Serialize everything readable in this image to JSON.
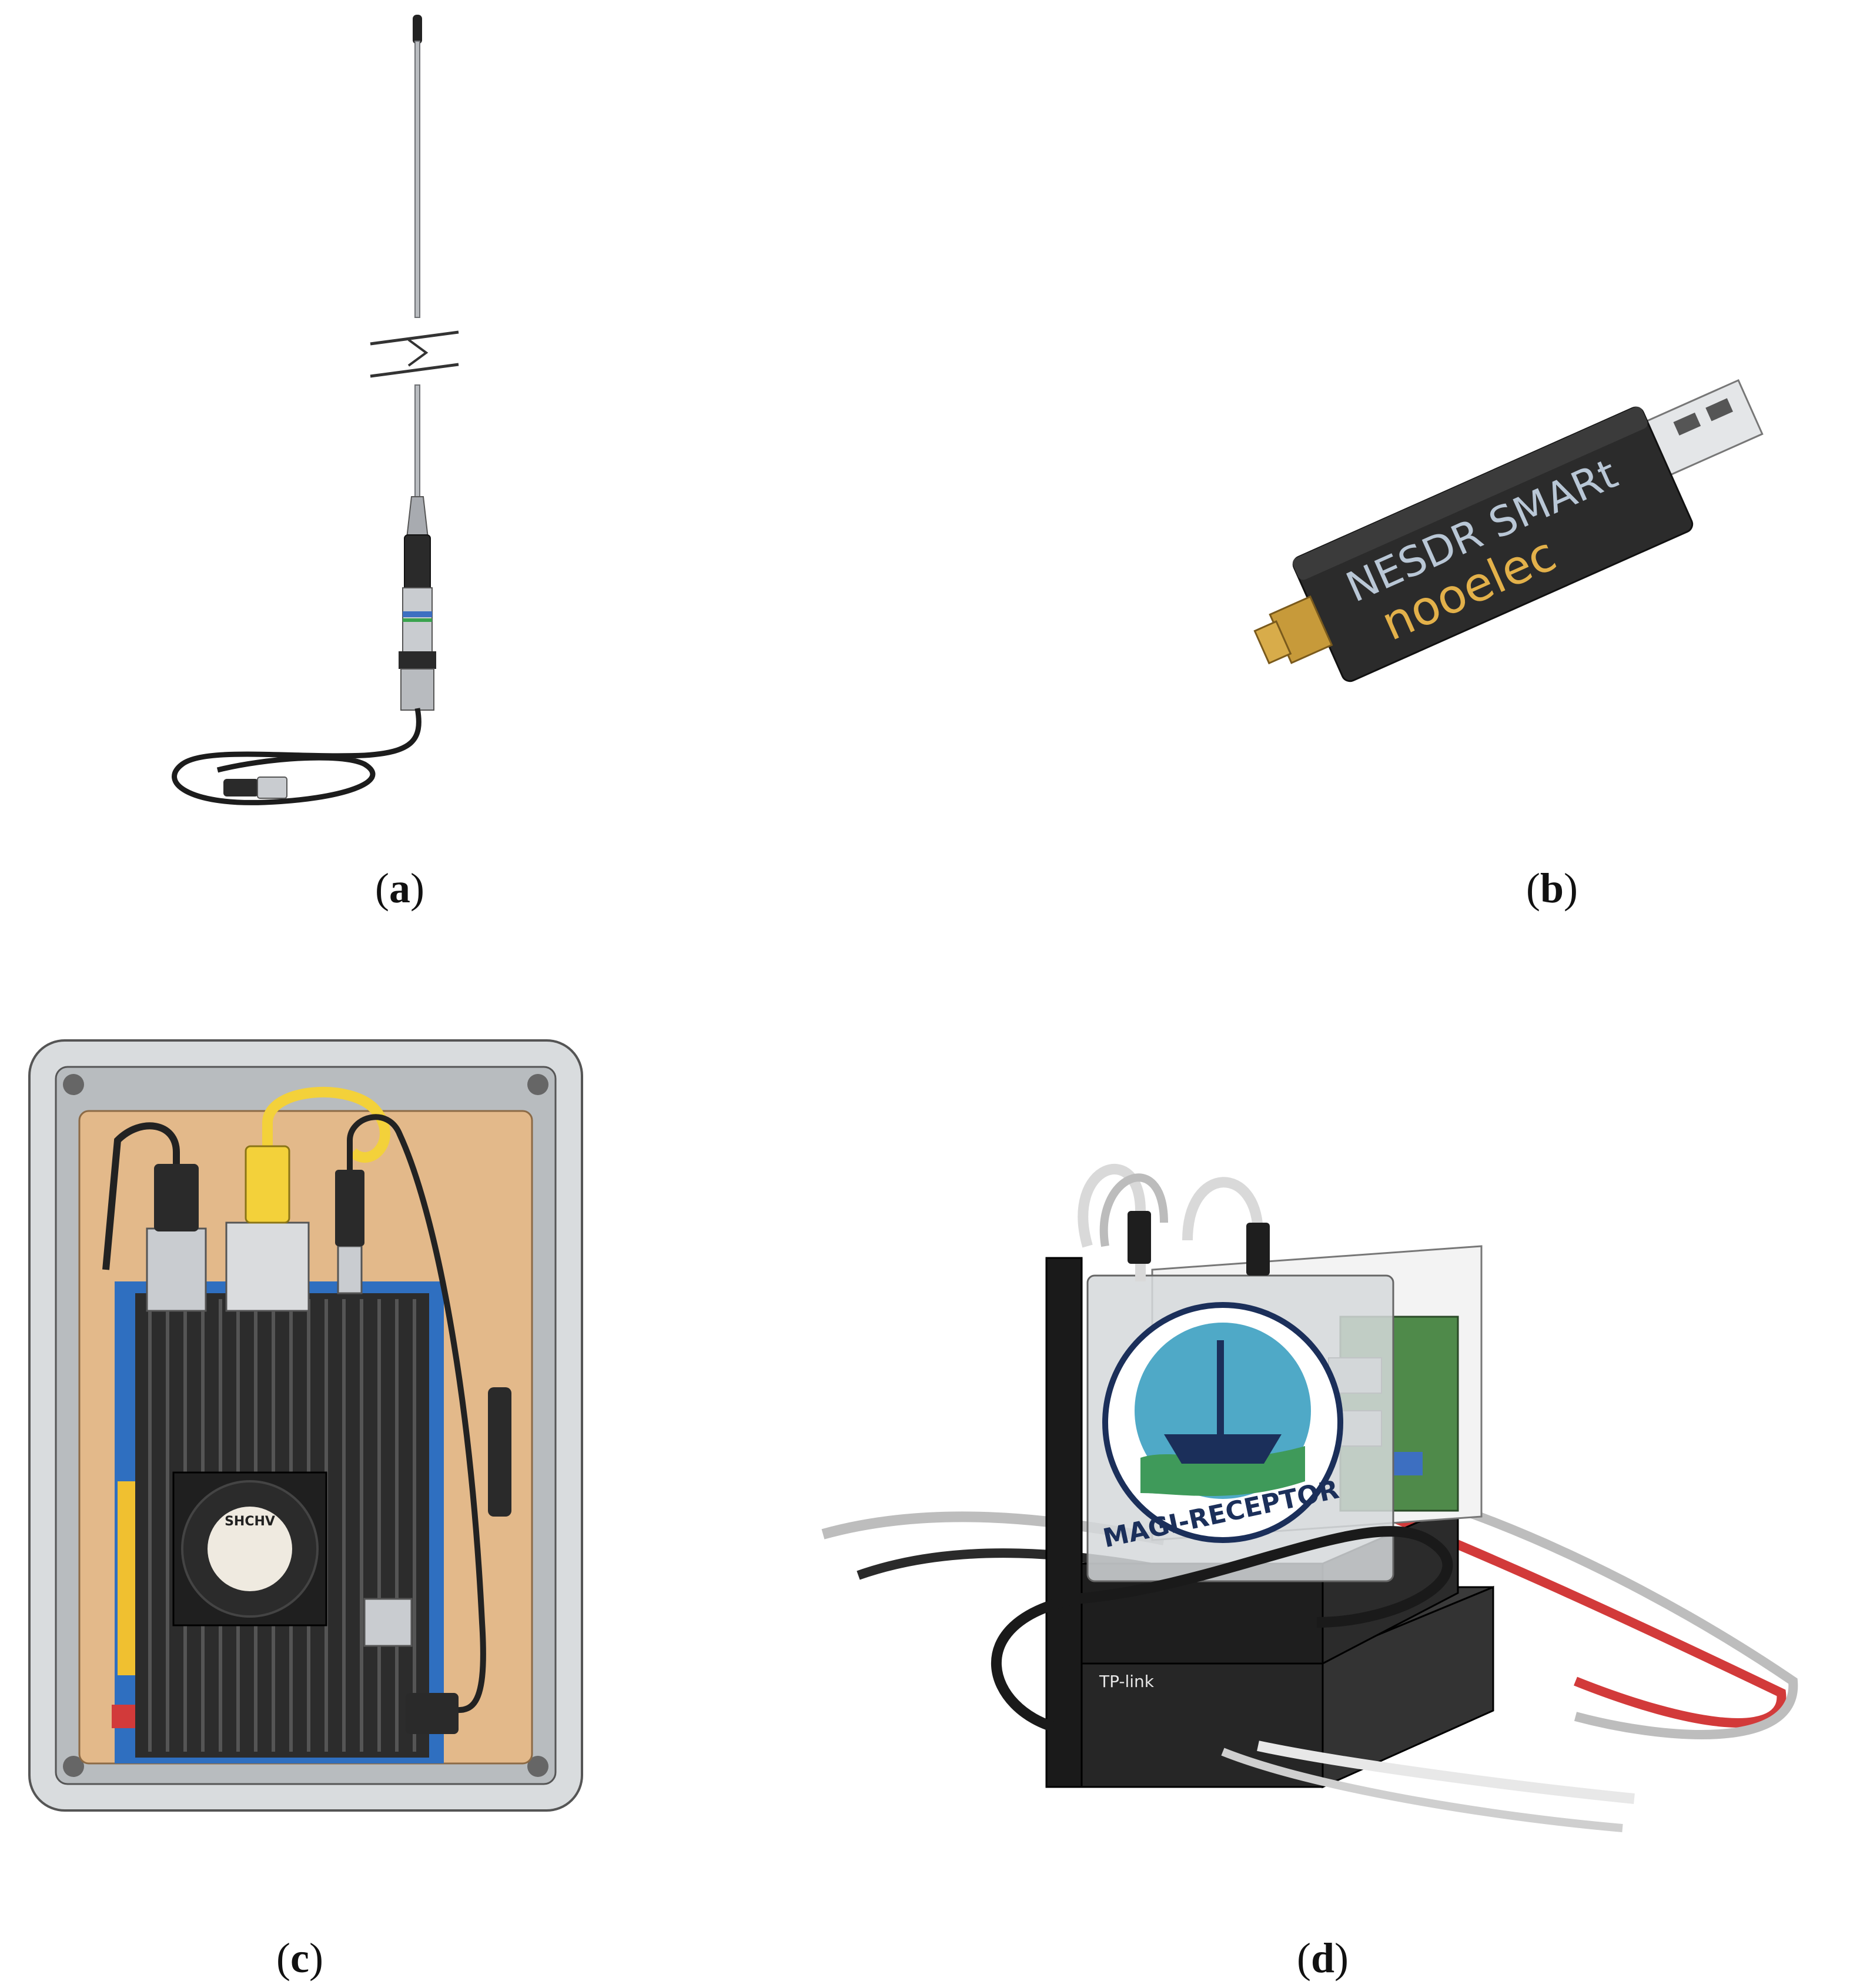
{
  "panels": {
    "a": {
      "label": "a",
      "illustration": "vhf-whip-antenna"
    },
    "b": {
      "label": "b",
      "illustration": "usb-sdr-dongle",
      "brand_text": "NESDR SMARt",
      "maker_text": "nooelec"
    },
    "c": {
      "label": "c",
      "illustration": "single-board-computer-in-enclosure",
      "fan_text": "SHCHV"
    },
    "d": {
      "label": "d",
      "illustration": "stacked-receiver-with-switch",
      "badge_text": "MAGI-RECEPTOR",
      "switch_brand": "TP-link"
    }
  },
  "colors": {
    "brass": "#c79a3a",
    "dongle_body": "#2b2b2b",
    "board_blue": "#2f6fc0",
    "enclosure_gray": "#cfd2d4",
    "wood": "#e3b98a",
    "cable_yellow": "#f3d13a",
    "cable_red": "#d23a3a",
    "pcb_green": "#4f8a4a"
  }
}
